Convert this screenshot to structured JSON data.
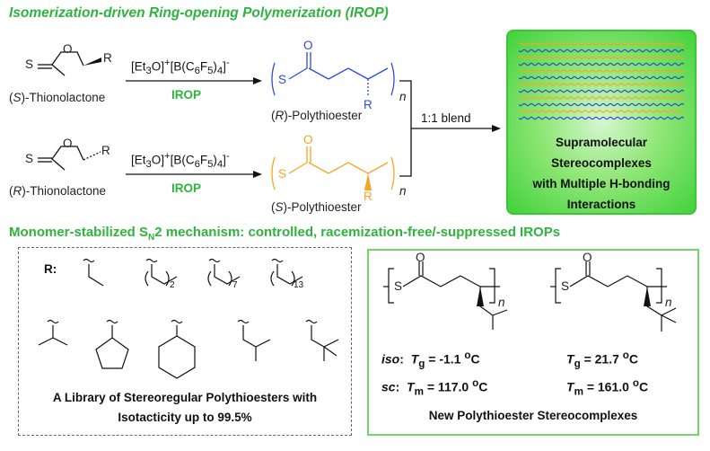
{
  "header": {
    "title": "Isomerization-driven Ring-opening Polymerization (IROP)"
  },
  "scheme": {
    "top": {
      "R_label": "R",
      "S_label": "S",
      "O_label": "O",
      "monomer_name_prefix": "(",
      "monomer_config": "S",
      "monomer_name_suffix": ")-Thionolactone",
      "polymer_config": "R",
      "polymer_name_suffix": ")-Polythioester",
      "polymer_O": "O",
      "polymer_S": "S",
      "polymer_R": "R",
      "polymer_n": "n"
    },
    "bottom": {
      "R_label": "R",
      "S_label": "S",
      "O_label": "O",
      "monomer_config": "R",
      "monomer_name_suffix": ")-Thionolactone",
      "polymer_config": "S",
      "polymer_name_suffix": ")-Polythioester",
      "polymer_O": "O",
      "polymer_S": "S",
      "polymer_R": "R",
      "polymer_n": "n"
    },
    "reagent": {
      "a": "[Et",
      "a_sub": "3",
      "b": "O]",
      "b_sup": "+",
      "c": "[B(C",
      "c_sub1": "6",
      "d": "F",
      "d_sub": "5",
      "e": ")",
      "e_sub": "4",
      "f": "]",
      "f_sup": "-"
    },
    "irop_label": "IROP",
    "blend_label": "1:1 blend"
  },
  "stereocomplex_box": {
    "lines": [
      "Supramolecular",
      "Stereocomplexes",
      "with Multiple H-bonding",
      "Interactions"
    ],
    "wave_colors": [
      "#f5a623",
      "#2b4cd8",
      "#f5a623",
      "#2b4cd8",
      "#f5a623",
      "#2b4cd8",
      "#f5a623",
      "#2b4cd8",
      "#f5a623",
      "#2b4cd8",
      "#f5a623",
      "#2b4cd8"
    ]
  },
  "mechanism": {
    "prefix": "Monomer-stabilized S",
    "sub": "N",
    "suffix": "2 mechanism: controlled, racemization-free/-suppressed IROPs"
  },
  "library": {
    "R_label": "R:",
    "sub_2": "2",
    "sub_7": "7",
    "sub_13": "13",
    "caption_lines": [
      "A Library of Stereoregular Polythioesters with",
      "Isotacticity up to 99.5%"
    ]
  },
  "new_box": {
    "left": {
      "O": "O",
      "S": "S",
      "n": "n",
      "iso_label": "iso",
      "colon": ":",
      "Tg_T": "T",
      "Tg_sub": "g",
      "Tg_value": " = -1.1 ",
      "deg": "o",
      "unit": "C",
      "sc_label": "sc",
      "Tm_T": "T",
      "Tm_sub": "m",
      "Tm_value": " = 117.0 "
    },
    "right": {
      "O": "O",
      "S": "S",
      "n": "n",
      "Tg_T": "T",
      "Tg_sub": "g",
      "Tg_value": " = 21.7 ",
      "deg": "o",
      "unit": "C",
      "Tm_T": "T",
      "Tm_sub": "m",
      "Tm_value": " = 161.0 "
    },
    "caption": "New Polythioester Stereocomplexes"
  },
  "colors": {
    "green": "#2db43c",
    "blue": "#2b4cd8",
    "orange": "#f5a623"
  }
}
